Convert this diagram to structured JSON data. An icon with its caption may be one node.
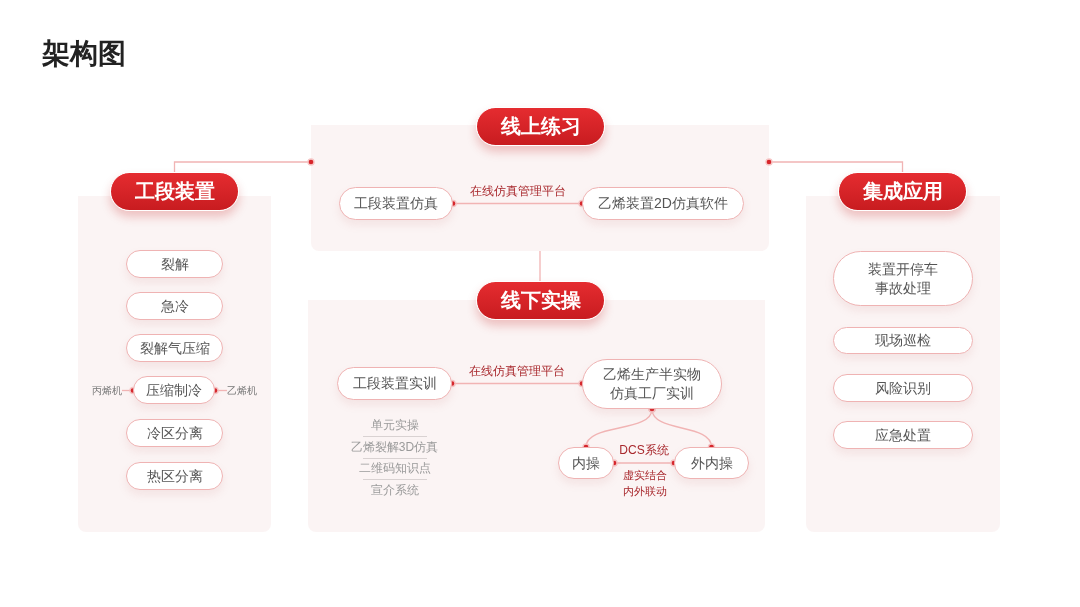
{
  "diagram": {
    "title": "架构图",
    "nodes": [
      {
        "text": [
          "工段装置"
        ]
      },
      {
        "text": [
          "裂解"
        ],
        "in": 0
      },
      {
        "text": [
          "急冷"
        ],
        "in": 0
      },
      {
        "text": [
          "裂解气压缩"
        ],
        "in": 0
      },
      {
        "text": [
          "丙烯机"
        ],
        "in": 0
      },
      {
        "text": [
          "压缩制冷"
        ],
        "in": 0
      },
      {
        "text": [
          "乙烯机"
        ],
        "in": 0
      },
      {
        "text": [
          "冷区分离"
        ],
        "in": 0
      },
      {
        "text": [
          "热区分离"
        ],
        "in": 0
      },
      {
        "text": [
          "线上练习"
        ]
      },
      {
        "text": [
          "工段装置仿真"
        ],
        "in": 9
      },
      {
        "text": [
          "乙烯装置2D仿真软件"
        ],
        "in": 9
      },
      {
        "text": [
          "线下实操"
        ]
      },
      {
        "text": [
          "工段装置实训"
        ],
        "in": 12,
        "beside": [
          "单元实操",
          "乙烯裂解3D仿真",
          "二维码知识点",
          "宣介系统"
        ]
      },
      {
        "text": [
          "乙烯生产半实物仿真工厂实训"
        ],
        "in": 12
      },
      {
        "text": [
          "内操"
        ],
        "in": 12
      },
      {
        "text": [
          "外内操"
        ],
        "in": 12
      },
      {
        "text": [
          "集成应用"
        ]
      },
      {
        "text": [
          "装置开停车事故处理"
        ],
        "in": 17
      },
      {
        "text": [
          "现场巡检"
        ],
        "in": 17
      },
      {
        "text": [
          "风险识别"
        ],
        "in": 17
      },
      {
        "text": [
          "应急处置"
        ],
        "in": 17
      }
    ],
    "edges": [
      {
        "from": 0,
        "to": 9,
        "arrow": "other"
      },
      {
        "from": 17,
        "to": 9,
        "arrow": "other"
      },
      {
        "from": 9,
        "to": 12,
        "arrow": "none"
      },
      {
        "from": 4,
        "to": 5,
        "arrow": "other"
      },
      {
        "from": 6,
        "to": 5,
        "arrow": "other"
      },
      {
        "from": 10,
        "to": 11,
        "arrow": "other",
        "label": "在线仿真管理平台"
      },
      {
        "from": 13,
        "to": 14,
        "arrow": "other",
        "label": "在线仿真管理平台"
      },
      {
        "from": 14,
        "to": 15,
        "arrow": "other"
      },
      {
        "from": 14,
        "to": 16,
        "arrow": "other"
      },
      {
        "from": 15,
        "to": 16,
        "arrow": "other",
        "label": "DCS系统"
      }
    ],
    "labels": [
      "虚实结合内外联动"
    ]
  }
}
